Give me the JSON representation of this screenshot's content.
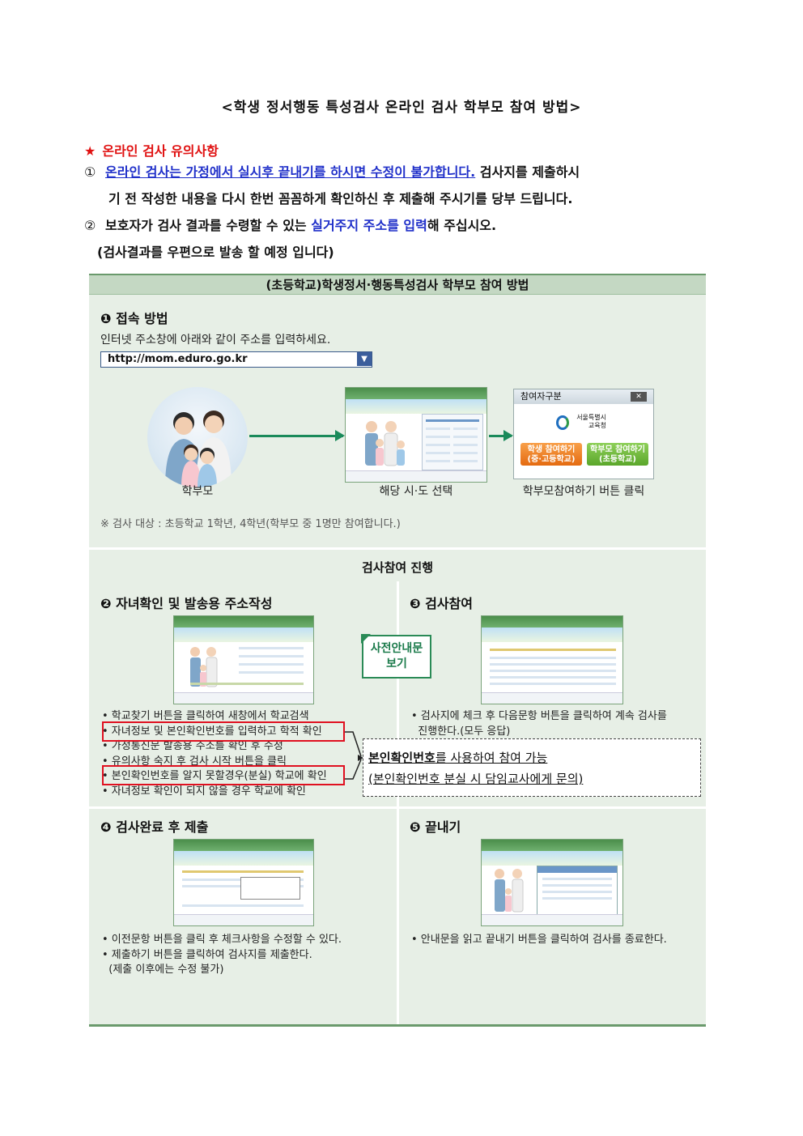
{
  "title": "<학생 정서행동 특성검사 온라인 검사 학부모 참여 방법>",
  "notice": {
    "heading": "온라인 검사 유의사항",
    "item1_num": "①",
    "item1_blue": "온라인 검사는 가정에서 실시후 끝내기를 하시면 수정이 불가합니다.",
    "item1_rest": " 검사지를 제출하시",
    "item1_line2": "기 전 작성한 내용을 다시 한번 꼼꼼하게 확인하신 후 제출해 주시기를 당부 드립니다.",
    "item2_num": "②",
    "item2_pre": "보호자가 검사 결과를 수령할 수 있는 ",
    "item2_blue": "실거주지 주소를 입력",
    "item2_post": "해 주십시오.",
    "item2_line2": "(검사결과를 우편으로 발송 할 예정 입니다)"
  },
  "panel": {
    "header": "(초등학교)학생정서·행동특성검사 학부모 참여 방법",
    "step1": {
      "title": "❶ 접속 방법",
      "instruction": "인터넷 주소창에 아래와 같이 주소를 입력하세요.",
      "url": "http://mom.eduro.go.kr",
      "caption_parent": "학부모",
      "caption_select": "해당 시·도 선택",
      "caption_click": "학부모참여하기 버튼 클릭",
      "dialog_title": "참여자구분",
      "dialog_close": "✕",
      "logo_line1": "서울특별시",
      "logo_line2": "교육청",
      "btn_student_1": "학생 참여하기",
      "btn_student_2": "(중·고등학교)",
      "btn_parent_1": "학부모 참여하기",
      "btn_parent_2": "(초등학교)",
      "note": "※ 검사 대상 : 초등학교 1학년, 4학년(학부모 중 1명만 참여합니다.)"
    },
    "progress_title": "검사참여 진행",
    "step2": {
      "title": "❷ 자녀확인 및 발송용 주소작성",
      "items": [
        "• 학교찾기 버튼을 클릭하여 새창에서 학교검색",
        "• 자녀정보 및 본인확인번호를 입력하고 학적 확인",
        "• 가정통신문 발송용 주소를 확인 후 수정",
        "• 유의사항 숙지 후 검사 시작 버튼을 클릭",
        "• 본인확인번호를 알지 못할경우(분실) 학교에 확인",
        "• 자녀정보 확인이 되지 않을 경우 학교에 확인"
      ]
    },
    "preview_btn_1": "사전안내문",
    "preview_btn_2": "보기",
    "step3": {
      "title": "❸ 검사참여",
      "items": [
        "• 검사지에 체크 후 다음문항 버튼을 클릭하여 계속 검사를",
        "  진행한다.(모두 응답)"
      ]
    },
    "callout": {
      "line1_u": "본인확인번호",
      "line1_rest": "를 사용하여 참여 가능",
      "line2": "(본인확인번호 분실 시 담임교사에게 문의)"
    },
    "step4": {
      "title": "❹ 검사완료 후 제출",
      "items": [
        "• 이전문항 버튼을 클릭 후 체크사항을 수정할 수 있다.",
        "• 제출하기 버튼을 클릭하여 검사지를 제출한다.",
        "  (제출 이후에는 수정 불가)"
      ]
    },
    "step5": {
      "title": "❺ 끝내기",
      "items": [
        "• 안내문을 읽고 끝내기 버튼을 클릭하여 검사를 종료한다."
      ]
    }
  },
  "colors": {
    "red": "#e01010",
    "blue": "#1f2fc9",
    "green": "#1a8a5a",
    "panel": "#e7efe6",
    "orange": "#f07a1a",
    "lime": "#6db33f"
  }
}
